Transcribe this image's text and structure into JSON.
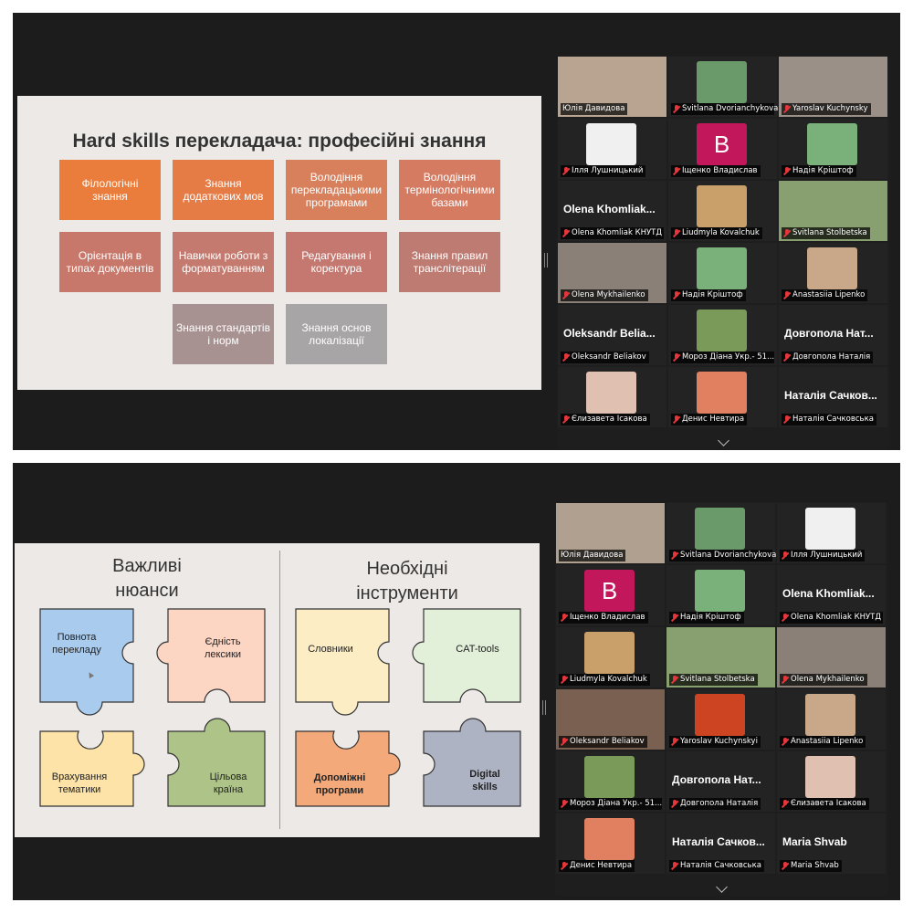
{
  "screenshot1": {
    "slide": {
      "title": "Hard skills перекладача: професійні знання",
      "tiles": [
        {
          "label": "Філологічні знання",
          "color": "#ea7d3c"
        },
        {
          "label": "Знання додаткових мов",
          "color": "#e57b45"
        },
        {
          "label": "Володіння перекладацькими програмами",
          "color": "#d8805c"
        },
        {
          "label": "Володіння термінологічними базами",
          "color": "#d57b62"
        },
        {
          "label": "Орієнтація в типах документів",
          "color": "#c8786a"
        },
        {
          "label": "Навички роботи з форматуванням",
          "color": "#c47a6f"
        },
        {
          "label": "Редагування і коректура",
          "color": "#c4786f"
        },
        {
          "label": "Знання правил транслітерації",
          "color": "#bd7b72"
        },
        {
          "label": "Знання стандартів і норм",
          "color": "#a89291"
        },
        {
          "label": "Знання основ локалізації",
          "color": "#a7a5a5"
        }
      ]
    },
    "participants": [
      {
        "name": "Юлія Давидова",
        "muted": false,
        "active": true,
        "kind": "video",
        "bg": "#b9a492"
      },
      {
        "name": "Svitlana Dvorianchykova",
        "muted": true,
        "kind": "photo",
        "bg": "#6a9a6a"
      },
      {
        "name": "Yaroslav Kuchynsky",
        "muted": true,
        "kind": "video",
        "bg": "#9a9088"
      },
      {
        "name": "Ілля Лушницький",
        "muted": true,
        "kind": "photo",
        "bg": "#f0f0f0"
      },
      {
        "name": "Іщенко Владислав",
        "muted": true,
        "kind": "letter",
        "letter": "B"
      },
      {
        "name": "Надія Кріштоф",
        "muted": true,
        "kind": "photo",
        "bg": "#7ab07a"
      },
      {
        "name": "Olena Khomliak КНУТД",
        "muted": true,
        "kind": "name",
        "big": "Olena Khomliak..."
      },
      {
        "name": "Liudmyla Kovalchuk",
        "muted": true,
        "kind": "photo",
        "bg": "#c9a06a"
      },
      {
        "name": "Svitlana Stolbetska",
        "muted": true,
        "kind": "video",
        "bg": "#88a070"
      },
      {
        "name": "Olena Mykhailenko",
        "muted": true,
        "kind": "video",
        "bg": "#8a8078"
      },
      {
        "name": "Надія Кріштоф",
        "muted": true,
        "kind": "photo",
        "bg": "#7ab07a"
      },
      {
        "name": "Anastasiia Lipenko",
        "muted": true,
        "kind": "photo",
        "bg": "#c8a888"
      },
      {
        "name": "Oleksandr Beliakov",
        "muted": true,
        "kind": "name",
        "big": "Oleksandr Belia..."
      },
      {
        "name": "Мороз Діана Укр.- 51...",
        "muted": true,
        "kind": "photo",
        "bg": "#7a9a5a"
      },
      {
        "name": "Довгопола Наталія",
        "muted": true,
        "kind": "name",
        "big": "Довгопола Нат..."
      },
      {
        "name": "Єлизавета Ісакова",
        "muted": true,
        "kind": "photo",
        "bg": "#e0c0b0"
      },
      {
        "name": "Денис Невтира",
        "muted": true,
        "kind": "photo",
        "bg": "#e08060"
      },
      {
        "name": "Наталія Сачковська",
        "muted": true,
        "kind": "name",
        "big": "Наталія Сачков..."
      }
    ]
  },
  "screenshot2": {
    "slide": {
      "left_heading": [
        "Важливі",
        "нюанси"
      ],
      "right_heading": [
        "Необхідні",
        "інструменти"
      ],
      "left_pieces": [
        {
          "label": "Повнота перекладу",
          "color": "#a9cbee"
        },
        {
          "label": "Єдність лексики",
          "color": "#fcd5c3"
        },
        {
          "label": "Врахування тематики",
          "color": "#fde3a7"
        },
        {
          "label": "Цільова країна",
          "color": "#adc388"
        }
      ],
      "right_pieces": [
        {
          "label": "Словники",
          "color": "#fdedc4"
        },
        {
          "label": "CAT-tools",
          "color": "#e2efd9"
        },
        {
          "label": "Допоміжні програми",
          "color": "#f4a97a"
        },
        {
          "label": "Digital skills",
          "color": "#aeb3c4"
        }
      ]
    },
    "participants": [
      {
        "name": "Юлія Давидова",
        "muted": false,
        "active": true,
        "kind": "video",
        "bg": "#b0a090"
      },
      {
        "name": "Svitlana Dvorianchykova",
        "muted": true,
        "kind": "photo",
        "bg": "#6a9a6a"
      },
      {
        "name": "Ілля Лушницький",
        "muted": true,
        "kind": "photo",
        "bg": "#f0f0f0"
      },
      {
        "name": "Іщенко Владислав",
        "muted": true,
        "kind": "letter",
        "letter": "B"
      },
      {
        "name": "Надія Кріштоф",
        "muted": true,
        "kind": "photo",
        "bg": "#7ab07a"
      },
      {
        "name": "Olena Khomliak КНУТД",
        "muted": true,
        "kind": "name",
        "big": "Olena Khomliak..."
      },
      {
        "name": "Liudmyla Kovalchuk",
        "muted": true,
        "kind": "photo",
        "bg": "#c9a06a"
      },
      {
        "name": "Svitlana Stolbetska",
        "muted": true,
        "kind": "video",
        "bg": "#88a070"
      },
      {
        "name": "Olena Mykhailenko",
        "muted": true,
        "kind": "video",
        "bg": "#8a8078"
      },
      {
        "name": "Oleksandr Beliakov",
        "muted": true,
        "kind": "video",
        "bg": "#7a6050"
      },
      {
        "name": "Yaroslav Kuchynskyi",
        "muted": true,
        "kind": "photo",
        "bg": "#cc4422"
      },
      {
        "name": "Anastasiia Lipenko",
        "muted": true,
        "kind": "photo",
        "bg": "#c8a888"
      },
      {
        "name": "Мороз Діана Укр.- 51...",
        "muted": true,
        "kind": "photo",
        "bg": "#7a9a5a"
      },
      {
        "name": "Довгопола Наталія",
        "muted": true,
        "kind": "name",
        "big": "Довгопола Нат..."
      },
      {
        "name": "Єлизавета Ісакова",
        "muted": true,
        "kind": "photo",
        "bg": "#e0c0b0"
      },
      {
        "name": "Денис Невтира",
        "muted": true,
        "kind": "photo",
        "bg": "#e08060"
      },
      {
        "name": "Наталія Сачковська",
        "muted": true,
        "kind": "name",
        "big": "Наталія Сачков..."
      },
      {
        "name": "Maria Shvab",
        "muted": true,
        "kind": "name",
        "big": "Maria Shvab"
      }
    ]
  }
}
